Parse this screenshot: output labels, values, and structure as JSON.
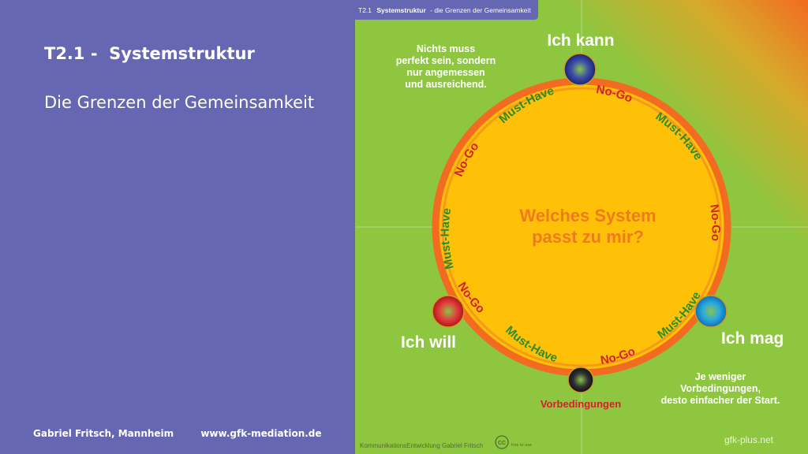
{
  "slide": {
    "title": "T2.1 -  Systemstruktur",
    "subtitle": "Die Grenzen der Gemeinsamkeit",
    "footer_author": "Gabriel Fritsch, Mannheim",
    "footer_url": "www.gfk-mediation.de"
  },
  "diagram": {
    "header_code": "T2.1",
    "header_title": "Systemstruktur",
    "header_rest": "- die Grenzen der Gemeinsamkeit",
    "center_line1": "Welches System",
    "center_line2": "passt zu mir?",
    "node_top": "Ich kann",
    "node_left": "Ich will",
    "node_right": "Ich mag",
    "node_bottom": "Vorbedingungen",
    "note_top": [
      "Nichts muss",
      "perfekt sein, sondern",
      "nur angemessen",
      "und ausreichend."
    ],
    "note_bottom": [
      "Je weniger",
      "Vorbedingungen,",
      "desto einfacher der Start."
    ],
    "ring_labels": {
      "must_have": "Must-Have",
      "no_go": "No-Go"
    },
    "credit": "KommunikationsEntwicklung Gabriel Fritsch",
    "license": "free to use",
    "cc_mark": "CC",
    "site": "gfk-plus.net",
    "colors": {
      "background_green": "#8ec63f",
      "ring_orange": "#f26b21",
      "center_yellow": "#ffc107",
      "must_have_green": "#2e8b2e",
      "no_go_red": "#d6202c",
      "center_text": "#f07a1e"
    }
  }
}
